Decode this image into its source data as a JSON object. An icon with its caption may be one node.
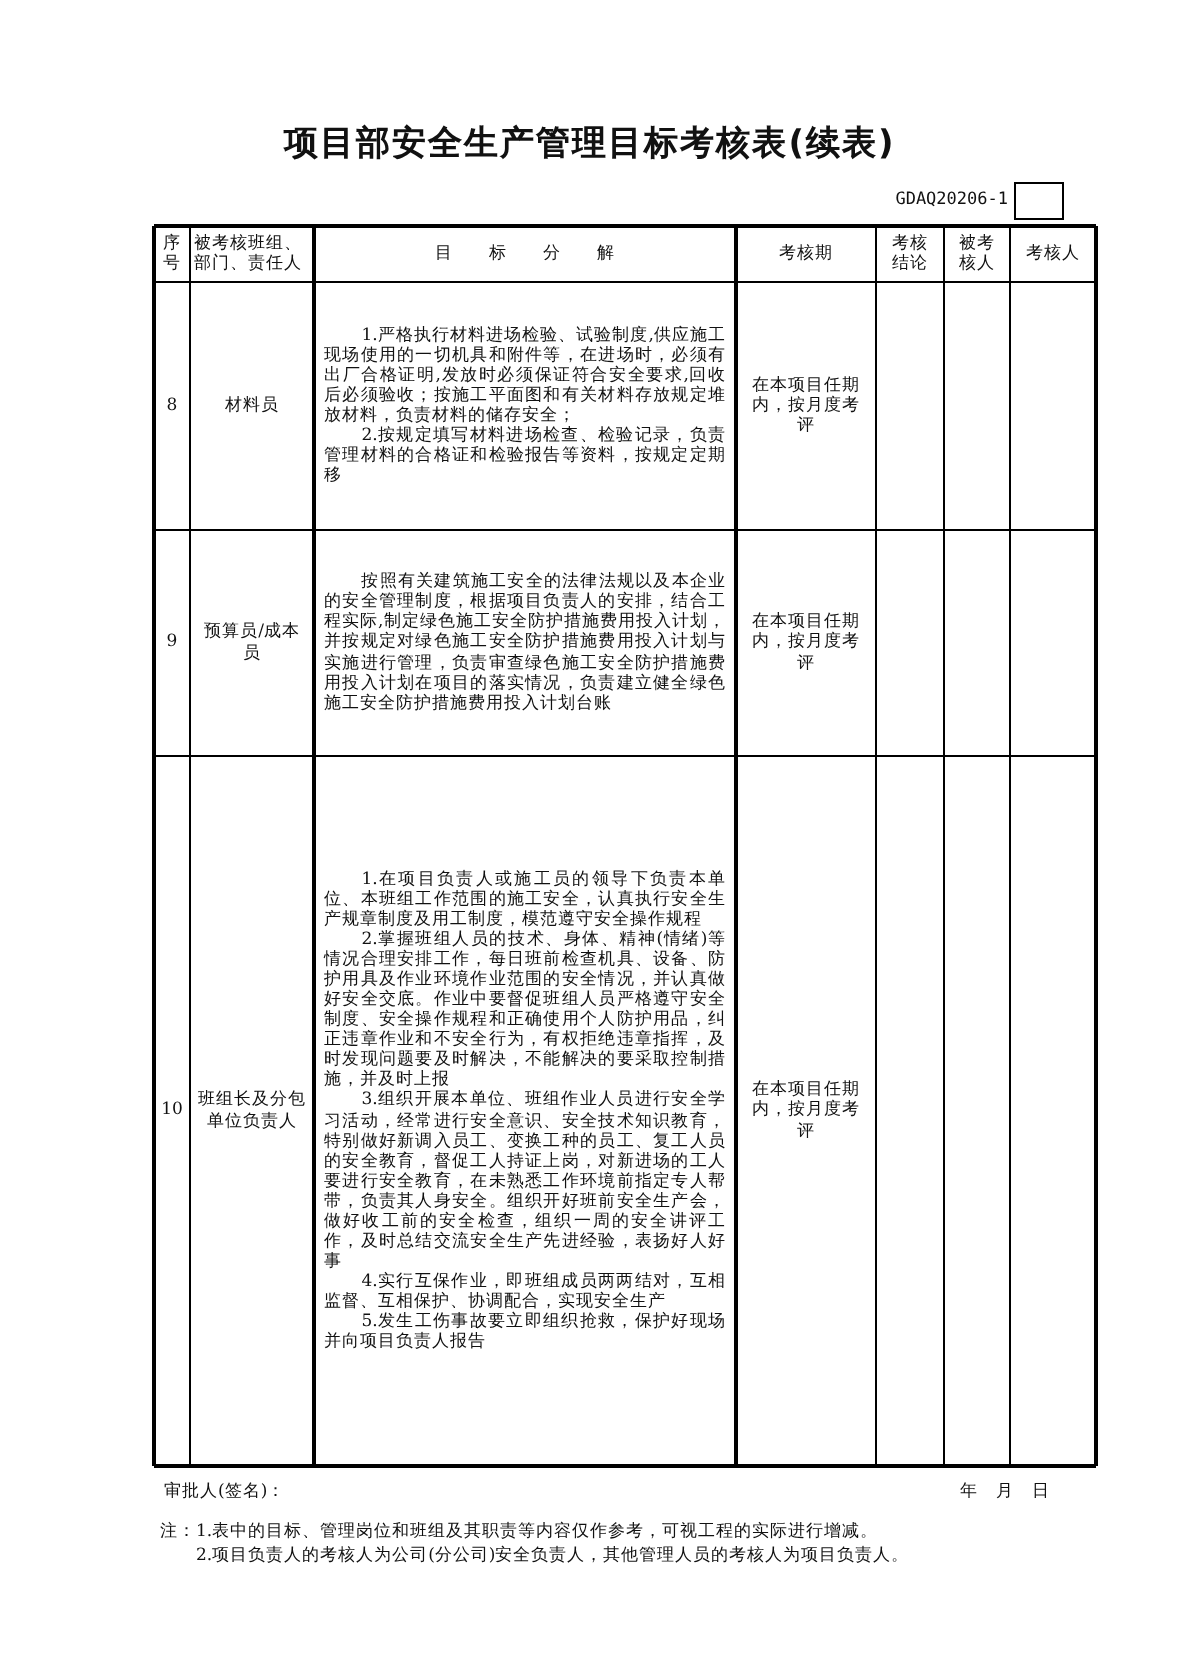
{
  "diagram": {
    "title": "项目部安全生产管理目标考核表(续表)",
    "labels": [
      "GDAQ20206-1",
      "序号",
      "被考核班组、部门、责任人",
      "目　　标　　分　　解",
      "考核期",
      "考核结论",
      "被考核人",
      "考核人",
      "8",
      "材料员",
      "1.严格执行材料进场检验、试验制度,供应施工现场使用的一切机具和附件等，在进场时，必须有出厂合格证明,发放时必须保证符合安全要求,回收后必须验收；按施工平面图和有关材料存放规定堆放材料，负责材料的储存安全；",
      "2.按规定填写材料进场检查、检验记录，负责管理材料的合格证和检验报告等资料，按规定定期移",
      "在本项目任期内，按月度考评",
      "9",
      "预算员/成本员",
      "按照有关建筑施工安全的法律法规以及本企业的安全管理制度，根据项目负责人的安排，结合工程实际,制定绿色施工安全防护措施费用投入计划，并按规定对绿色施工安全防护措施费用投入计划与实施进行管理，负责审查绿色施工安全防护措施费用投入计划在项目的落实情况，负责建立健全绿色施工安全防护措施费用投入计划台账",
      "在本项目任期内，按月度考评",
      "10",
      "班组长及分包单位负责人",
      "1.在项目负责人或施工员的领导下负责本单位、本班组工作范围的施工安全，认真执行安全生产规章制度及用工制度，模范遵守安全操作规程",
      "2.掌握班组人员的技术、身体、精神(情绪)等情况合理安排工作，每日班前检查机具、设备、防护用具及作业环境作业范围的安全情况，并认真做好安全交底。作业中要督促班组人员严格遵守安全制度、安全操作规程和正确使用个人防护用品，纠正违章作业和不安全行为，有权拒绝违章指挥，及时发现问题要及时解决，不能解决的要采取控制措施，并及时上报",
      "3.组织开展本单位、班组作业人员进行安全学习活动，经常进行安全意识、安全技术知识教育，特别做好新调入员工、变换工种的员工、复工人员的安全教育，督促工人持证上岗，对新进场的工人要进行安全教育，在未熟悉工作环境前指定专人帮带，负责其人身安全。组织开好班前安全生产会，做好收工前的安全检查，组织一周的安全讲评工作，及时总结交流安全生产先进经验，表扬好人好事",
      "4.实行互保作业，即班组成员两两结对，互相监督、互相保护、协调配合，实现安全生产",
      "5.发生工伤事故要立即组织抢救，保护好现场并向项目负责人报告",
      "在本项目任期内，按月度考评",
      "审批人(签名)：",
      "年　月　日",
      "注：1.表中的目标、管理岗位和班组及其职责等内容仅作参考，可视工程的实际进行增减。",
      "2.项目负责人的考核人为公司(分公司)安全负责人，其他管理人员的考核人为项目负责人。"
    ]
  }
}
